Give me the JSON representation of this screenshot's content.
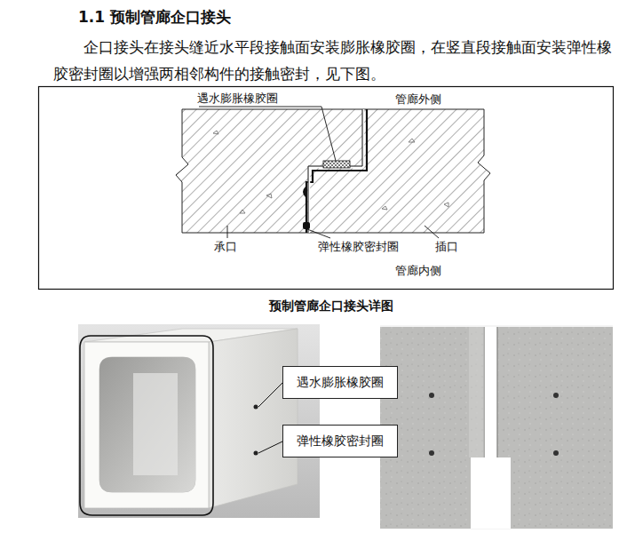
{
  "diagram": {
    "title": "1.1 预制管廊企口接头",
    "caption": "预制管廊企口接头详图",
    "nodes": [
      {
        "text": [
          "遇水膨胀橡胶圈"
        ]
      },
      {
        "text": [
          "弹性橡胶密封圈"
        ]
      }
    ],
    "labels": [
      "企口接头在接头缝近水平段接触面安装膨胀橡胶圈，在竖直段接触面安装弹性橡胶密封圈以增强两相邻构件的接触密封，见下图。",
      "遇水膨胀橡胶圈",
      "管廊外侧",
      "承口",
      "弹性橡胶密封圈",
      "插口",
      "管廊内侧"
    ]
  }
}
